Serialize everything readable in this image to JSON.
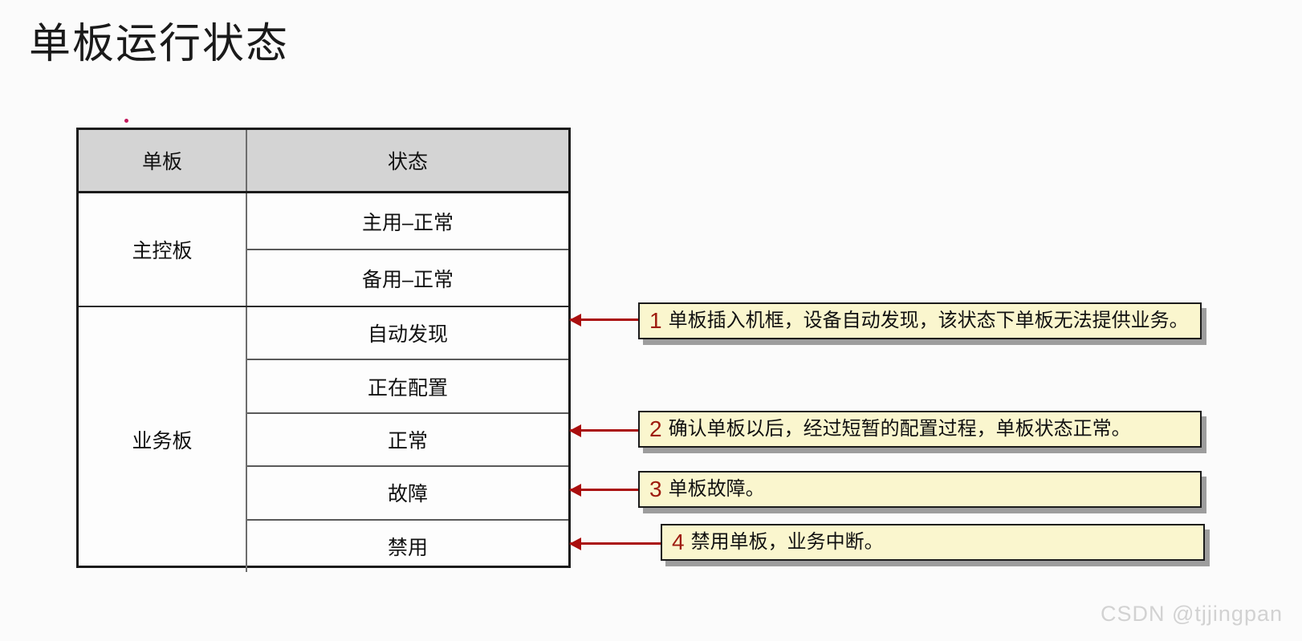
{
  "slide": {
    "title": "单板运行状态",
    "background_color": "#FBFBFB"
  },
  "table": {
    "headers": {
      "board": "单板",
      "state": "状态"
    },
    "header_bg_color": "#D4D4D4",
    "border_color": "#1b1b1b",
    "groups": [
      {
        "board": "主控板",
        "states": [
          "主用–正常",
          "备用–正常"
        ]
      },
      {
        "board": "业务板",
        "states": [
          "自动发现",
          "正在配置",
          "正常",
          "故障",
          "禁用"
        ]
      }
    ]
  },
  "callouts": [
    {
      "number": "1",
      "text": "单板插入机框，设备自动发现，该状态下单板无法提供业务。",
      "target_state": "自动发现"
    },
    {
      "number": "2",
      "text": "确认单板以后，经过短暂的配置过程，单板状态正常。",
      "target_state": "正常"
    },
    {
      "number": "3",
      "text": "单板故障。",
      "target_state": "故障"
    },
    {
      "number": "4",
      "text": "禁用单板，业务中断。",
      "target_state": "禁用"
    }
  ],
  "callout_style": {
    "fill_color": "#FAF6CE",
    "number_color": "#9E1B0F",
    "arrow_color": "#AA0E0E"
  },
  "watermark": {
    "text": "CSDN @tjjingpan"
  }
}
